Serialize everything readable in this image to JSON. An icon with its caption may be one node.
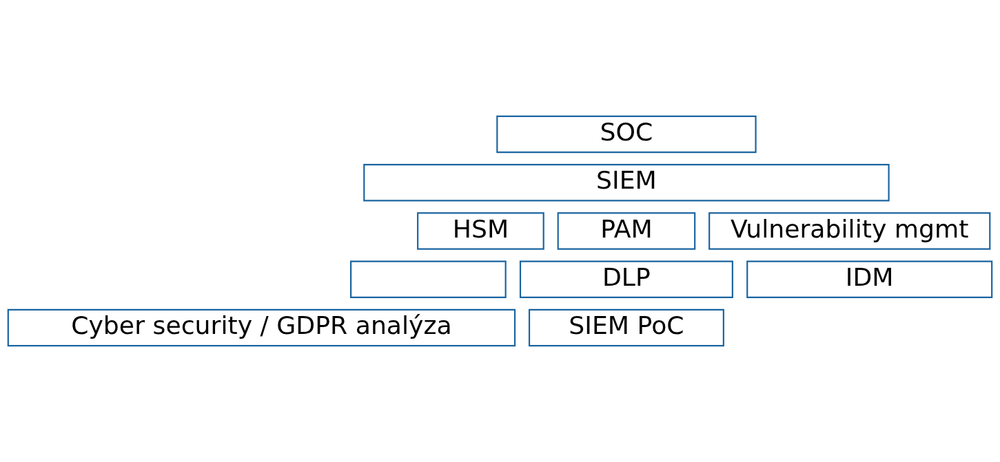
{
  "diagram": {
    "nodes": [
      {
        "text": [
          "SOC"
        ]
      },
      {
        "text": [
          "SIEM"
        ]
      },
      {
        "text": [
          "HSM"
        ]
      },
      {
        "text": [
          "PAM"
        ]
      },
      {
        "text": [
          "Vulnerability mgmt"
        ]
      },
      {
        "text": [],
        "shape": "box"
      },
      {
        "text": [
          "DLP"
        ]
      },
      {
        "text": [
          "IDM"
        ]
      },
      {
        "text": [
          "Cyber security / GDPR analýza"
        ]
      },
      {
        "text": [
          "SIEM PoC"
        ]
      }
    ],
    "edges": []
  }
}
